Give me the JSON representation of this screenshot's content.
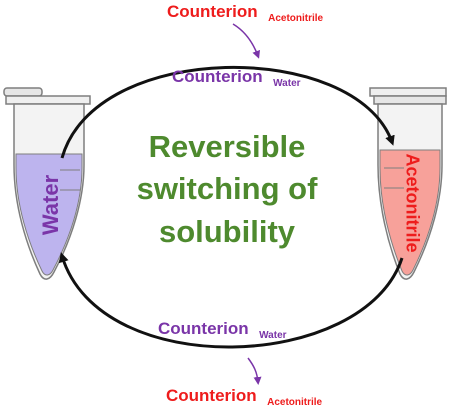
{
  "center_text": [
    "Reversible",
    "switching of",
    "solubility"
  ],
  "tube_left_label": "Water",
  "tube_right_label": "Acetonitrile",
  "top_counterion": {
    "main": "Counterion",
    "sub": "Acetonitrile"
  },
  "mid_top_counterion": {
    "main": "Counterion",
    "sub": "Water"
  },
  "mid_bottom_counterion": {
    "main": "Counterion",
    "sub": "Water"
  },
  "bottom_counterion": {
    "main": "Counterion",
    "sub": "Acetonitrile"
  },
  "colors": {
    "red": "#ee1c1c",
    "purple": "#7a35a8",
    "green": "#4e8a2e",
    "water_fill": "#bdb4ee",
    "acetonitrile_fill": "#f7a19a",
    "tube_outline": "#7e7e7e",
    "arrow": "#111111"
  }
}
